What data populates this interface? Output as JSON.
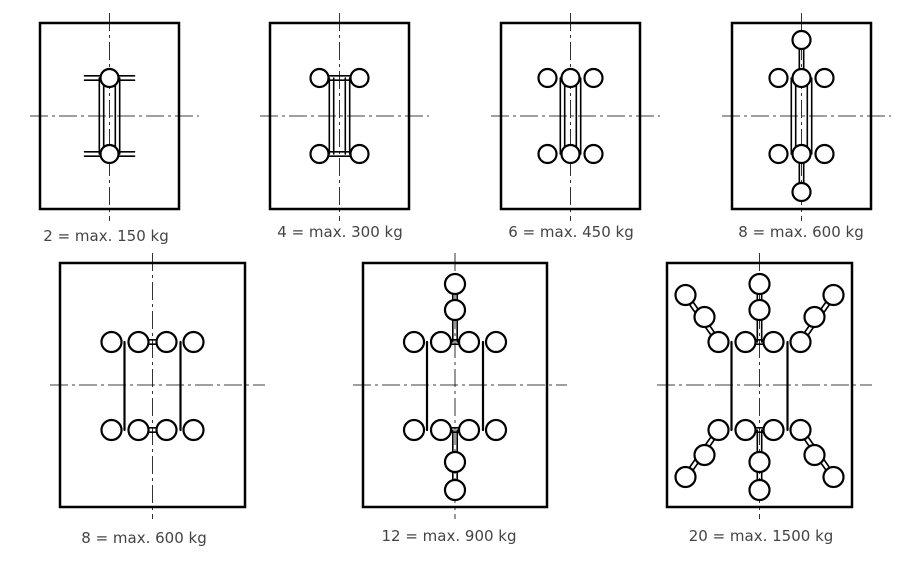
{
  "colors": {
    "line": "#000000",
    "centerline": "#000000",
    "label": "#444444"
  },
  "panels": [
    {
      "label": "2 = max. 150 kg"
    },
    {
      "label": "4 = max. 300 kg"
    },
    {
      "label": "6 = max. 450 kg"
    },
    {
      "label": "8 = max. 600 kg"
    },
    {
      "label": "8 = max. 600 kg"
    },
    {
      "label": "12 = max. 900 kg"
    },
    {
      "label": "20 = max. 1500 kg"
    }
  ]
}
